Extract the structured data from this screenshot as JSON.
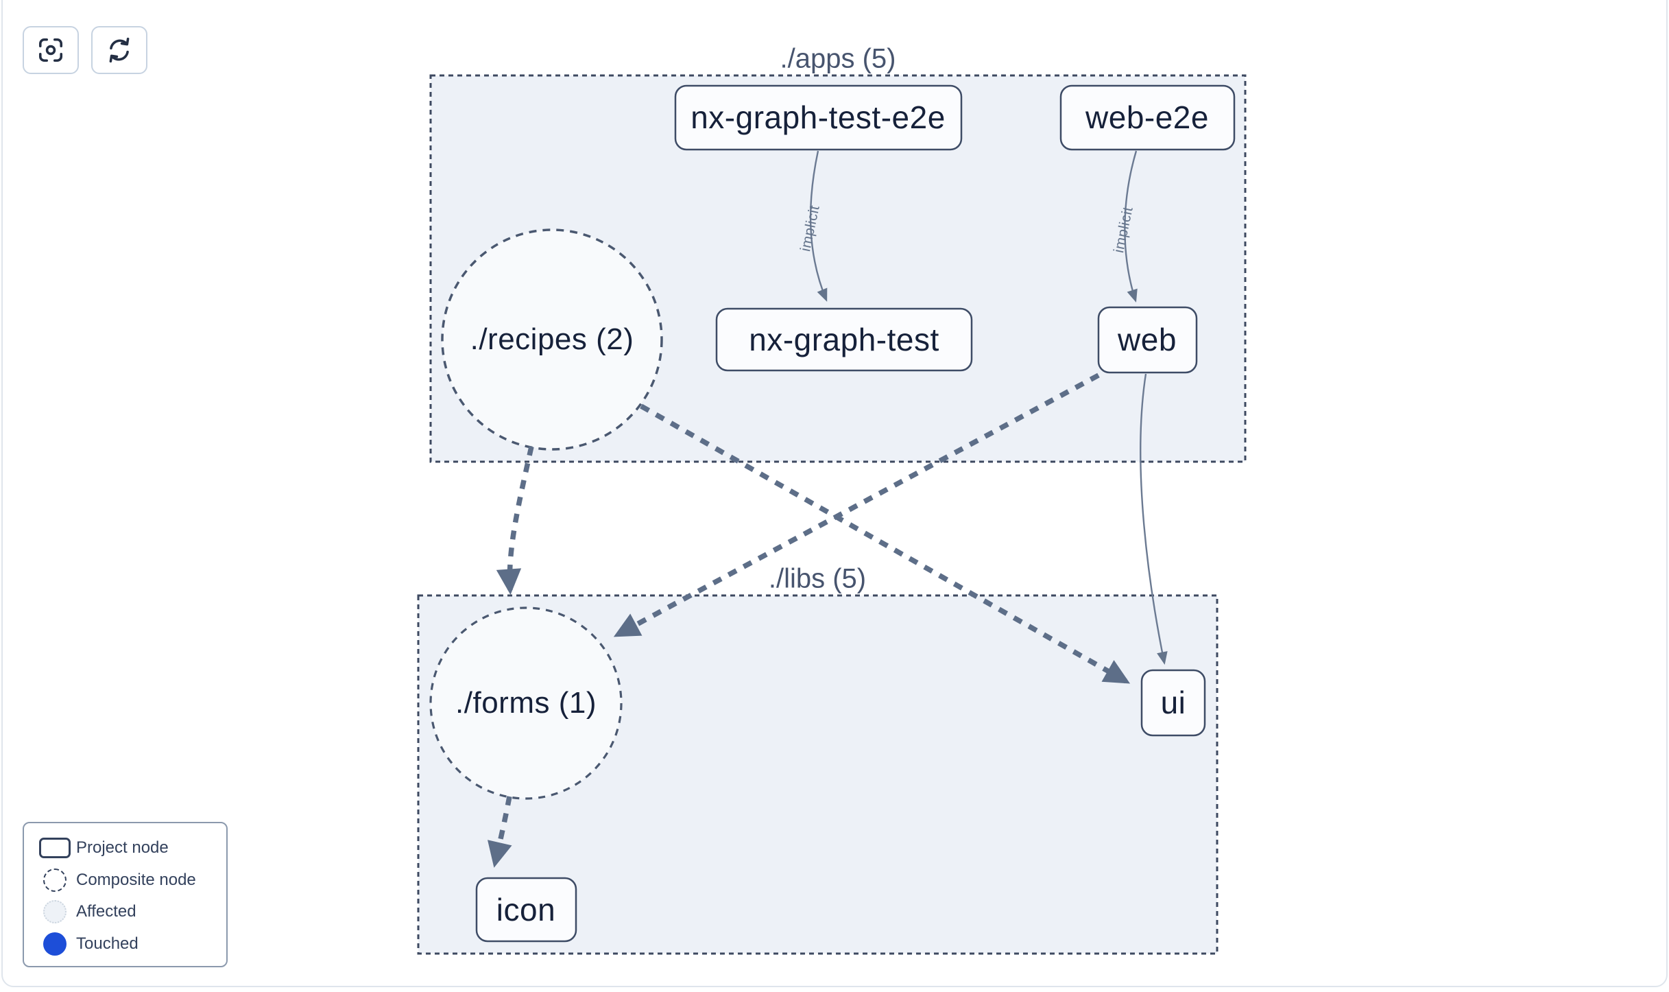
{
  "toolbar": {
    "buttons": [
      {
        "icon": "focus-icon"
      },
      {
        "icon": "refresh-icon"
      }
    ]
  },
  "graph": {
    "clusters": [
      {
        "id": "apps",
        "title": "./apps (5)"
      },
      {
        "id": "libs",
        "title": "./libs (5)"
      }
    ],
    "composite_nodes": [
      {
        "id": "recipes",
        "label": "./recipes (2)",
        "cluster": "apps"
      },
      {
        "id": "forms",
        "label": "./forms (1)",
        "cluster": "libs"
      }
    ],
    "project_nodes": [
      {
        "id": "nx-graph-test-e2e",
        "label": "nx-graph-test-e2e",
        "cluster": "apps"
      },
      {
        "id": "web-e2e",
        "label": "web-e2e",
        "cluster": "apps"
      },
      {
        "id": "nx-graph-test",
        "label": "nx-graph-test",
        "cluster": "apps"
      },
      {
        "id": "web",
        "label": "web",
        "cluster": "apps"
      },
      {
        "id": "ui",
        "label": "ui",
        "cluster": "libs"
      },
      {
        "id": "icon",
        "label": "icon",
        "cluster": "libs"
      }
    ],
    "edges": [
      {
        "from": "nx-graph-test-e2e",
        "to": "nx-graph-test",
        "label": "implicit",
        "style": "solid"
      },
      {
        "from": "web-e2e",
        "to": "web",
        "label": "implicit",
        "style": "solid"
      },
      {
        "from": "./recipes (2)",
        "to": "./forms (1)",
        "label": "",
        "style": "dashed"
      },
      {
        "from": "./recipes (2)",
        "to": "ui",
        "label": "",
        "style": "dashed"
      },
      {
        "from": "web",
        "to": "./forms (1)",
        "label": "",
        "style": "dashed"
      },
      {
        "from": "web",
        "to": "ui",
        "label": "",
        "style": "solid"
      },
      {
        "from": "./forms (1)",
        "to": "icon",
        "label": "",
        "style": "dashed"
      }
    ]
  },
  "legend": {
    "items": [
      {
        "label": "Project node",
        "swatch": "project-node"
      },
      {
        "label": "Composite node",
        "swatch": "composite-node"
      },
      {
        "label": "Affected",
        "swatch": "affected"
      },
      {
        "label": "Touched",
        "swatch": "touched"
      }
    ]
  },
  "colors": {
    "touched_blue": "#1d4ed8",
    "cluster_fill": "#edf1f7",
    "cluster_border": "#3d4960",
    "node_fill": "#fbfcfe",
    "node_border": "#3e4c66",
    "edge": "#5d6e88",
    "text": "#16213a",
    "title": "#47546e"
  }
}
